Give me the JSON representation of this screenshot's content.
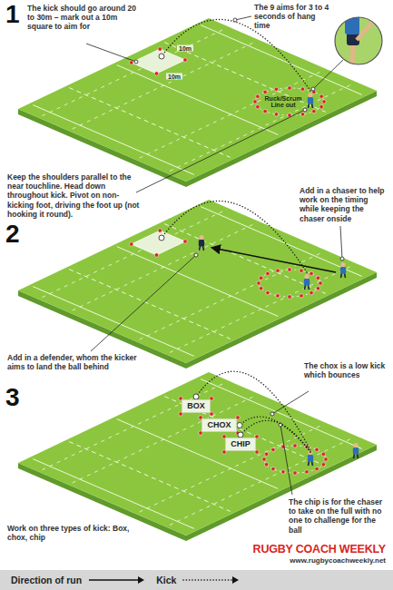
{
  "diagram": {
    "nodes": [
      {
        "text": [
          "BOX"
        ]
      },
      {
        "text": [
          "CHOX"
        ]
      },
      {
        "text": [
          "CHIP"
        ]
      }
    ],
    "labels": [
      "1",
      "The kick should go around 20 to 30m – mark out a 10m square to aim for",
      "The 9 aims for 3 to 4 seconds of hang time",
      "10m",
      "10m",
      "Ruck/Scrum Line out",
      "Keep the shoulders parallel to the near touchline. Head down throughout kick. Pivot on non-kicking foot, driving the foot up (not hooking it round).",
      "2",
      "Add in a chaser to help work on the timing while keeping the chaser onside",
      "Add in a defender, whom the kicker aims to land the ball behind",
      "3",
      "The chox is a low kick which bounces",
      "The chip is for the chaser to take on the full with no one to challenge for the ball",
      "Work on three types of kick: Box, chox, chip",
      "RUGBY COACH WEEKLY",
      "www.rugbycoachweekly.net"
    ],
    "legend": [
      {
        "text": "Direction of run"
      },
      {
        "text": "Kick"
      }
    ]
  }
}
